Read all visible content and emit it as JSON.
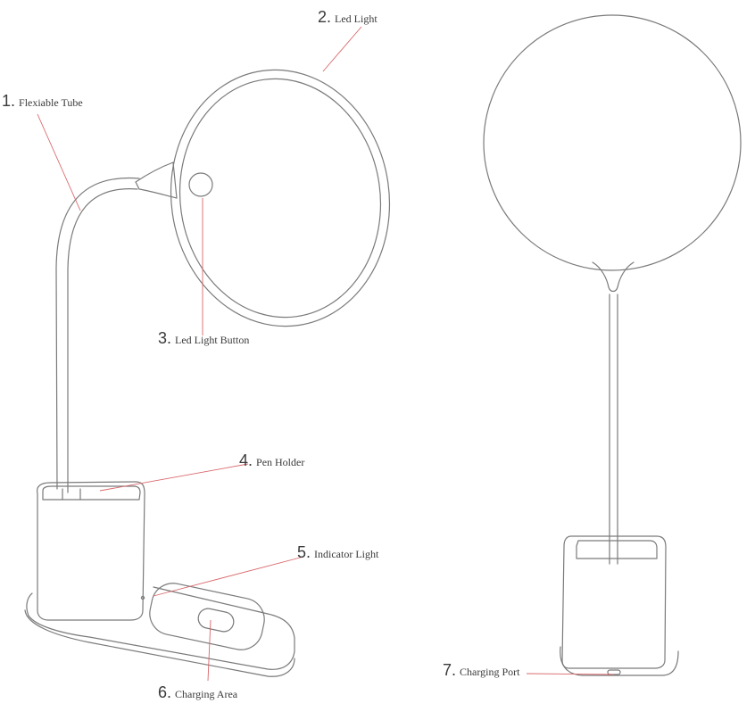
{
  "callouts": [
    {
      "num": "1.",
      "label": "Flexiable Tube"
    },
    {
      "num": "2.",
      "label": "Led Light"
    },
    {
      "num": "3.",
      "label": "Led Light Button"
    },
    {
      "num": "4.",
      "label": "Pen Holder"
    },
    {
      "num": "5.",
      "label": "Indicator Light"
    },
    {
      "num": "6.",
      "label": "Charging Area"
    },
    {
      "num": "7.",
      "label": "Charging Port"
    }
  ],
  "colors": {
    "outline": "#7a7a7a",
    "leader": "#d9676b",
    "text": "#3a3a3a"
  }
}
